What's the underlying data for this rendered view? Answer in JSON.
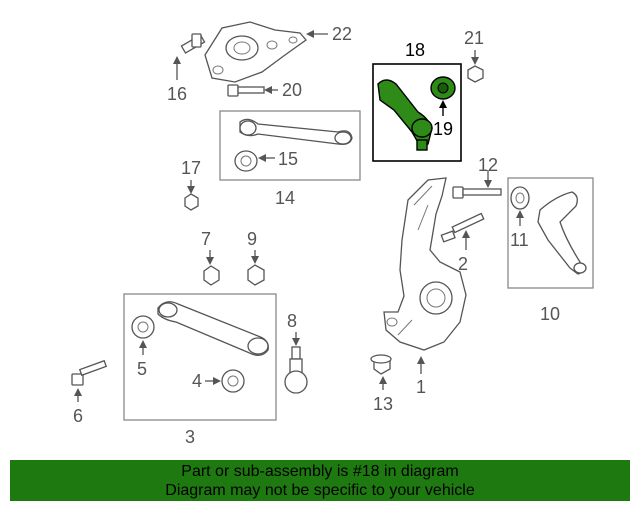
{
  "callouts": {
    "c1": "1",
    "c2": "2",
    "c3": "3",
    "c4": "4",
    "c5": "5",
    "c6": "6",
    "c7": "7",
    "c8": "8",
    "c9": "9",
    "c10": "10",
    "c11": "11",
    "c12": "12",
    "c13": "13",
    "c14": "14",
    "c15": "15",
    "c16": "16",
    "c17": "17",
    "c18": "18",
    "c19": "19",
    "c20": "20",
    "c21": "21",
    "c22": "22"
  },
  "banner": {
    "line1": "Part or sub-assembly is #18 in diagram",
    "line2": "Diagram may not be specific to your vehicle"
  },
  "colors": {
    "highlight": "#2e8b17",
    "banner": "#1e7a10"
  }
}
